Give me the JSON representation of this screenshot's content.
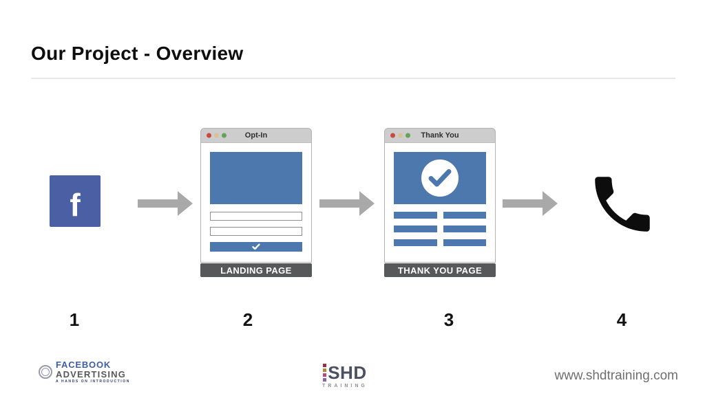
{
  "slide": {
    "title": "Our Project - Overview"
  },
  "steps": [
    {
      "number": "1",
      "kind": "facebook",
      "glyph": "f"
    },
    {
      "number": "2",
      "kind": "browser-window",
      "window_title": "Opt-In",
      "footer_label": "LANDING PAGE"
    },
    {
      "number": "3",
      "kind": "browser-window",
      "window_title": "Thank You",
      "footer_label": "THANK YOU PAGE"
    },
    {
      "number": "4",
      "kind": "phone"
    }
  ],
  "footer": {
    "left_logo": {
      "line1": "FACEBOOK",
      "line2": "ADVERTISING",
      "tagline": "A HANDS ON INTRODUCTION"
    },
    "center_logo": {
      "name": "SHD",
      "subtitle": "TRAINING"
    },
    "website": "www.shdtraining.com"
  },
  "colors": {
    "facebook_blue": "#4a5fa4",
    "mockup_blue": "#4d78ae",
    "arrow_gray": "#a9a9a9",
    "label_bar_gray": "#57585a",
    "titlebar_gray": "#cdcdcd",
    "dot_red": "#c9493e",
    "dot_yellow": "#d9c291",
    "dot_green": "#67a25a",
    "shd_square_colors": [
      "#9e3039",
      "#b08b3e",
      "#b9477c",
      "#8a63a8"
    ]
  }
}
